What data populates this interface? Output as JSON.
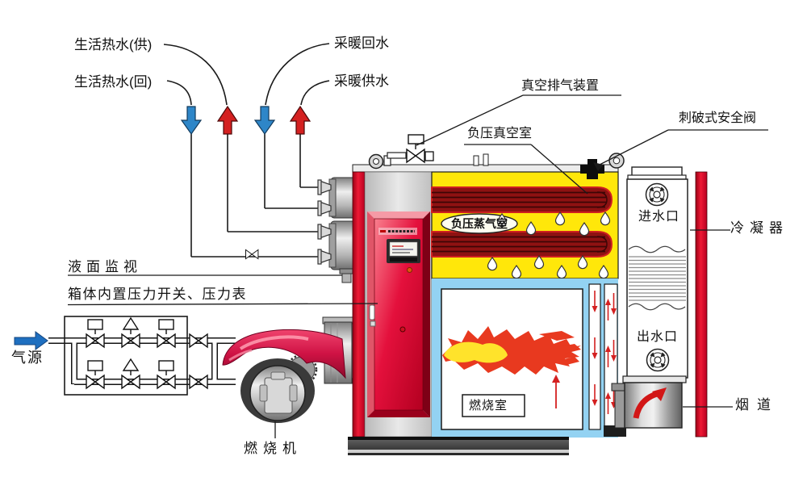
{
  "labels": {
    "domestic_supply": "生活热水(供)",
    "domestic_return": "生活热水(回)",
    "heating_return": "采暖回水",
    "heating_supply": "采暖供水",
    "vacuum_exhaust_device": "真空排气装置",
    "vacuum_chamber": "负压真空室",
    "puncture_safety_valve": "刺破式安全阀",
    "water_inlet": "进水口",
    "condenser": "冷凝器",
    "steam_chamber": "负压蒸气室",
    "water_outlet": "出水口",
    "flue": "烟道",
    "liquid_level_monitor": "液面监视",
    "pressure_switch": "箱体内置压力开关、压力表",
    "gas_source": "气源",
    "burner": "燃烧机",
    "combustion_chamber": "燃烧室"
  },
  "icons": {
    "gas_flow_arrow": "right-arrow-blue",
    "return_flow_arrow": "down-arrow-blue",
    "supply_flow_arrow": "up-arrow-red",
    "flue_flow_arrow": "curved-up-arrow-red",
    "condenser_fan": "impeller",
    "shutoff_valve": "bowtie-valve",
    "water_drop": "droplet"
  },
  "colors": {
    "boiler_red": "#d8102a",
    "chamber_yellow": "#ffe70a",
    "water_blue": "#93d2f2",
    "coil_dark_red": "#8e1212",
    "flame_red": "#e8391f",
    "flame_yellow": "#ffe32b",
    "arrow_blue": "#2e86c8",
    "arrow_red": "#d42020",
    "burner_crimson": "#d6184b",
    "metal_gray": "#c9c9c9"
  }
}
